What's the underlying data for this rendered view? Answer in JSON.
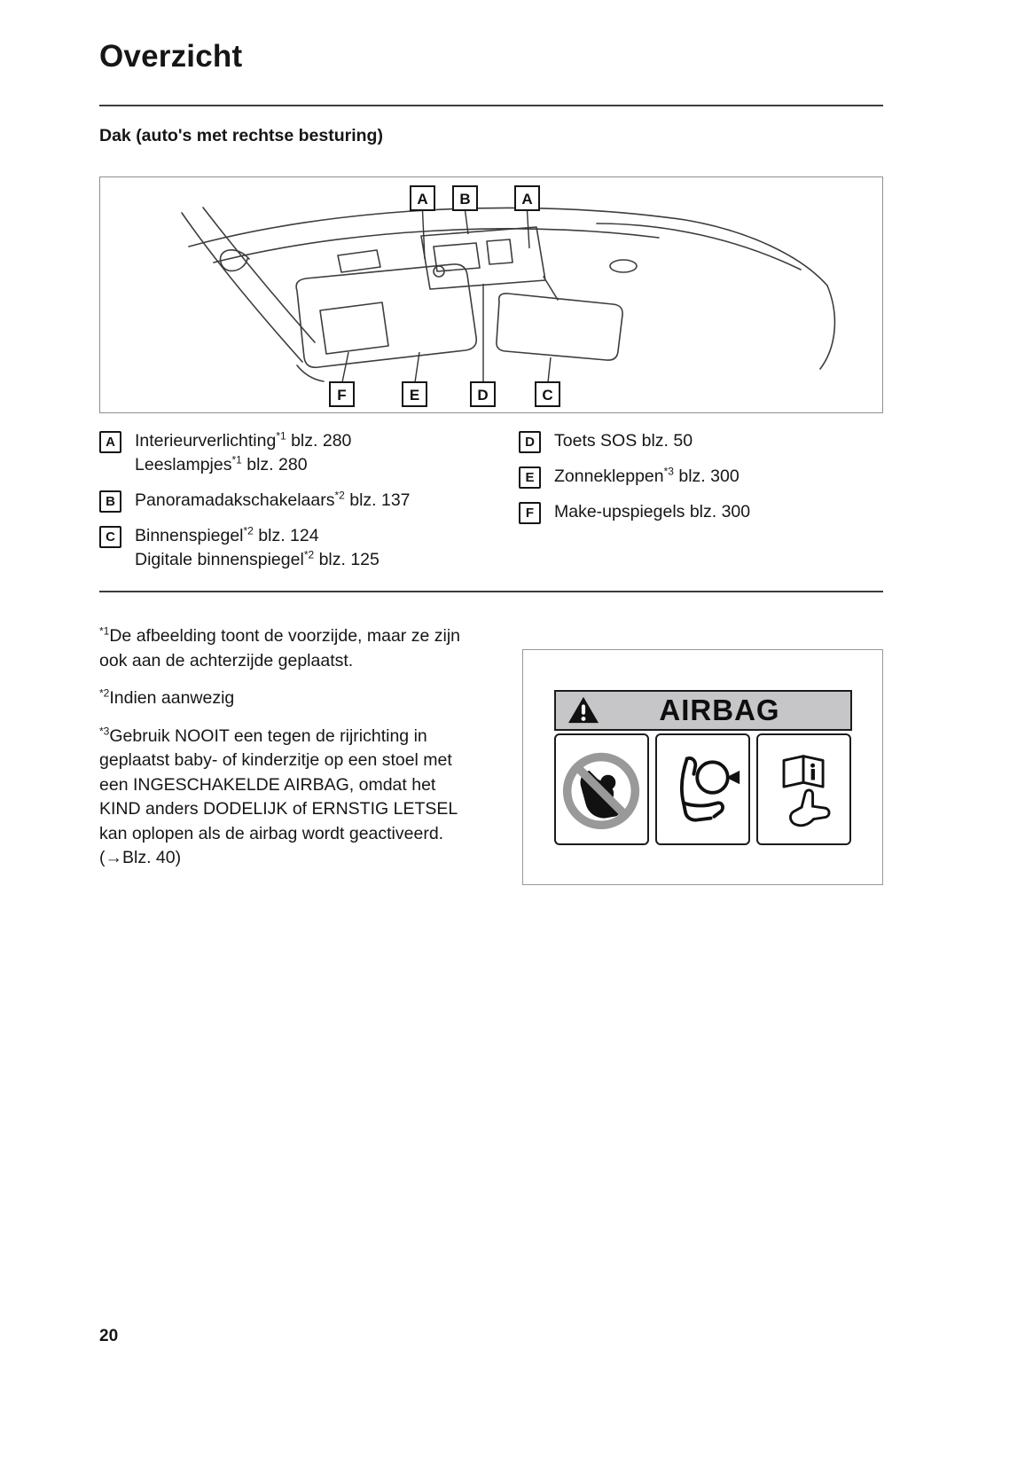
{
  "page": {
    "title": "Overzicht",
    "section_heading": "Dak (auto's met rechtse besturing)",
    "page_number": "20"
  },
  "diagram": {
    "description": "roof-interior-line-drawing",
    "labels": {
      "top": [
        "A",
        "B",
        "A"
      ],
      "bottom": [
        "F",
        "E",
        "D",
        "C"
      ]
    }
  },
  "legend": {
    "left": [
      {
        "key": "A",
        "lines": [
          {
            "text": "Interieurverlichting",
            "sup": "*1",
            "after": " blz. 280"
          },
          {
            "text": "Leeslampjes",
            "sup": "*1",
            "after": " blz. 280"
          }
        ]
      },
      {
        "key": "B",
        "lines": [
          {
            "text": "Panoramadakschakelaars",
            "sup": "*2",
            "after": " blz. 137"
          }
        ]
      },
      {
        "key": "C",
        "lines": [
          {
            "text": "Binnenspiegel",
            "sup": "*2",
            "after": " blz. 124"
          },
          {
            "text": "Digitale binnenspiegel",
            "sup": "*2",
            "after": " blz. 125"
          }
        ]
      }
    ],
    "right": [
      {
        "key": "D",
        "lines": [
          {
            "text": "Toets SOS blz. 50",
            "sup": "",
            "after": ""
          }
        ]
      },
      {
        "key": "E",
        "lines": [
          {
            "text": "Zonnekleppen",
            "sup": "*3",
            "after": " blz. 300"
          }
        ]
      },
      {
        "key": "F",
        "lines": [
          {
            "text": "Make-upspiegels blz. 300",
            "sup": "",
            "after": ""
          }
        ]
      }
    ]
  },
  "footnotes": [
    {
      "marker": "*1",
      "text": "De afbeelding toont de voorzijde, maar ze zijn ook aan de achterzijde geplaatst."
    },
    {
      "marker": "*2",
      "text": "Indien aanwezig"
    },
    {
      "marker": "*3",
      "text": "Gebruik NOOIT een tegen de rijrichting in geplaatst baby- of kinderzitje op een stoel met een INGESCHAKELDE AIRBAG, omdat het KIND anders DODELIJK of ERNSTIG LETSEL kan oplopen als de airbag wordt geactiveerd. (→Blz. 40)"
    }
  ],
  "airbag_label": {
    "title": "AIRBAG",
    "icons": {
      "header": "warning-triangle-icon",
      "pictogram_1": "no-rear-facing-child-seat-icon",
      "pictogram_2": "airbag-deployment-icon",
      "pictogram_3": "read-manual-icon"
    }
  },
  "colors": {
    "text": "#161616",
    "diagram_line": "#3d3d3d",
    "visor_fill": "#cccccc",
    "visor_mirror_fill": "#bfbfbf",
    "dark_visor_fill": "#a0a0a0",
    "airbag_header_bg": "#c6c6c8",
    "prohibition_gray": "#999999"
  }
}
